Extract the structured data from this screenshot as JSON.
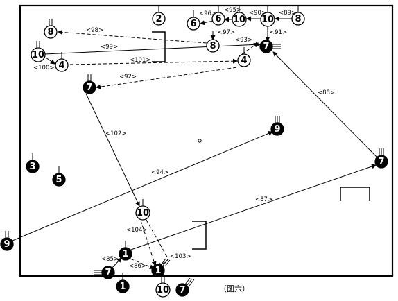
{
  "figure": {
    "caption": "（图六）"
  },
  "players": [
    {
      "id": "p2",
      "number": "2",
      "team": "white"
    },
    {
      "id": "p6a",
      "number": "6",
      "team": "white"
    },
    {
      "id": "p6b",
      "number": "6",
      "team": "white"
    },
    {
      "id": "p10a",
      "number": "10",
      "team": "white"
    },
    {
      "id": "p10b",
      "number": "10",
      "team": "white"
    },
    {
      "id": "p8a",
      "number": "8",
      "team": "white"
    },
    {
      "id": "p8b",
      "number": "8",
      "team": "white"
    },
    {
      "id": "p8c",
      "number": "8",
      "team": "white"
    },
    {
      "id": "p10c",
      "number": "10",
      "team": "white"
    },
    {
      "id": "p4a",
      "number": "4",
      "team": "white"
    },
    {
      "id": "p4b",
      "number": "4",
      "team": "white"
    },
    {
      "id": "p7a",
      "number": "7",
      "team": "black"
    },
    {
      "id": "p7b",
      "number": "7",
      "team": "black"
    },
    {
      "id": "p9a",
      "number": "9",
      "team": "black"
    },
    {
      "id": "p3",
      "number": "3",
      "team": "black"
    },
    {
      "id": "p5",
      "number": "5",
      "team": "black"
    },
    {
      "id": "p7c",
      "number": "7",
      "team": "black"
    },
    {
      "id": "p9b",
      "number": "9",
      "team": "black"
    },
    {
      "id": "p10d",
      "number": "10",
      "team": "white"
    },
    {
      "id": "p1a",
      "number": "1",
      "team": "black"
    },
    {
      "id": "p7d",
      "number": "7",
      "team": "black"
    },
    {
      "id": "p1b",
      "number": "1",
      "team": "black"
    },
    {
      "id": "p1c",
      "number": "1",
      "team": "black"
    },
    {
      "id": "p10e",
      "number": "10",
      "team": "white"
    },
    {
      "id": "p7e",
      "number": "7",
      "team": "black"
    }
  ],
  "passes": [
    {
      "id": "85",
      "label": "<85>",
      "style": "solid"
    },
    {
      "id": "86",
      "label": "<86>",
      "style": "dashed"
    },
    {
      "id": "87",
      "label": "<87>",
      "style": "solid"
    },
    {
      "id": "88",
      "label": "<88>",
      "style": "solid"
    },
    {
      "id": "89",
      "label": "<89>",
      "style": "solid"
    },
    {
      "id": "90",
      "label": "<90>",
      "style": "solid"
    },
    {
      "id": "91",
      "label": "<91>",
      "style": "solid"
    },
    {
      "id": "92",
      "label": "<92>",
      "style": "dashed"
    },
    {
      "id": "93",
      "label": "<93>",
      "style": "dashed"
    },
    {
      "id": "94",
      "label": "<94>",
      "style": "solid"
    },
    {
      "id": "95",
      "label": "<95>",
      "style": "solid"
    },
    {
      "id": "96",
      "label": "<96>",
      "style": "dashed"
    },
    {
      "id": "97",
      "label": "<97>",
      "style": "solid"
    },
    {
      "id": "98",
      "label": "<98>",
      "style": "dashed"
    },
    {
      "id": "99",
      "label": "<99>",
      "style": "solid"
    },
    {
      "id": "100",
      "label": "<100>",
      "style": "solid"
    },
    {
      "id": "101",
      "label": "<101>",
      "style": "dashed"
    },
    {
      "id": "102",
      "label": "<102>",
      "style": "solid"
    },
    {
      "id": "103",
      "label": "<103>",
      "style": "dashed"
    },
    {
      "id": "104",
      "label": "<104>",
      "style": "dashed"
    }
  ]
}
